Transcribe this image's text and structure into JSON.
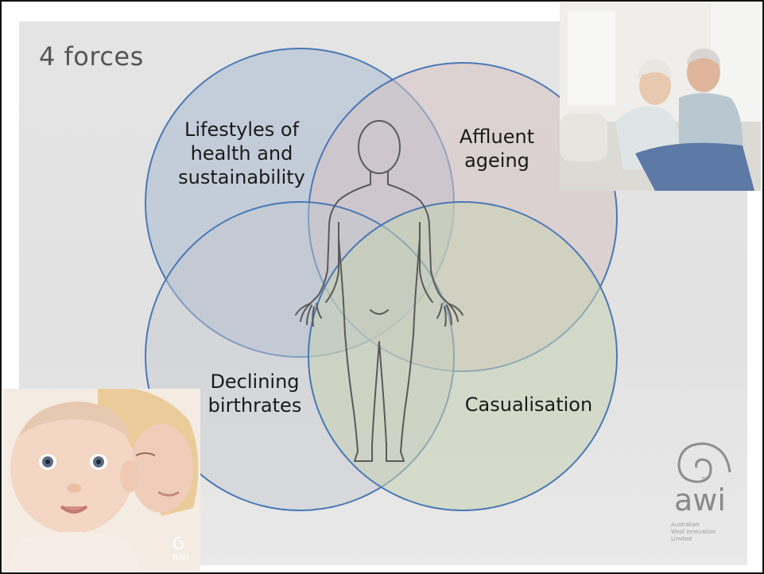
{
  "slide": {
    "title": "4 forces"
  },
  "venn": {
    "circles": [
      {
        "name": "Lifestyles of health and sustainability",
        "color": "#a9bcd2"
      },
      {
        "name": "Affluent ageing",
        "color": "#d1c2c2"
      },
      {
        "name": "Declining birthrates",
        "color": "#c9cdd2"
      },
      {
        "name": "Casualisation",
        "color": "#c9d1bb"
      }
    ],
    "labels": {
      "lohas_line1": "Lifestyles of",
      "lohas_line2": "health and",
      "lohas_line3": "sustainability",
      "affluent_line1": "Affluent",
      "affluent_line2": "ageing",
      "declining_line1": "Declining",
      "declining_line2": "birthrates",
      "casual": "Casualisation"
    },
    "stroke_color": "#4a78b5"
  },
  "logo": {
    "brand": "awi",
    "sub_line1": "Australian",
    "sub_line2": "Wool Innovation",
    "sub_line3": "Limited",
    "tm": "TM"
  },
  "icons": [
    "human-body-outline-icon",
    "awi-swirl-logo-icon"
  ]
}
